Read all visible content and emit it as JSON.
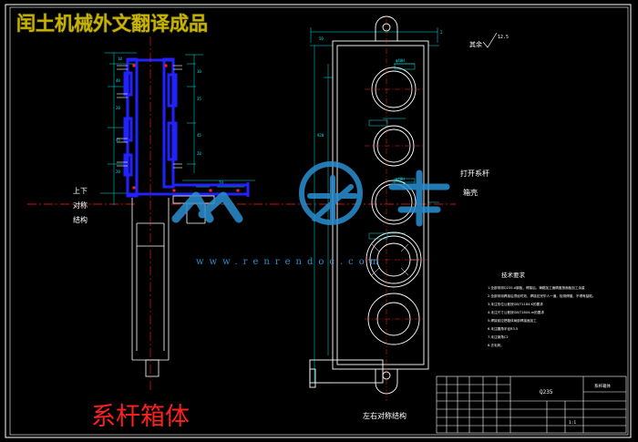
{
  "header": {
    "title": "闰土机械外文翻译成品"
  },
  "drawing": {
    "name": "系杆箱体",
    "left_labels": [
      "上下",
      "对称",
      "结构"
    ],
    "right_labels": [
      "打开系杆",
      "箱壳"
    ],
    "bottom_view_label": "左右对称结构",
    "roughness_label": "其余"
  },
  "watermark": {
    "url": "www.renrendoc.com"
  },
  "tech_req": {
    "heading": "技术要求",
    "items": [
      "1.全部采用Q235-A钢板，焊接后，铸箱加工面精度按面板加工余量",
      "2.全部采用焊接后须经时效，焊接应完毕人一道，检测焊缝，不得有缺陷。",
      "3.未注形位公差按GB/T1184-K的要求",
      "4.未注尺寸公差按GB/T1804-m的要求",
      "5.焊接前应把箱体局部焊接面加工",
      "6.未注圆角半径R3.5",
      "7.未注倒角C2",
      "8.去毛刺。"
    ]
  },
  "title_block": {
    "material": "Q235",
    "part_name": "系杆箱体",
    "scale": "1:1"
  },
  "colors": {
    "outline": "#ffffff",
    "blue_part": "#2222ff",
    "centerline": "#ff2222",
    "dimension": "#00e5e5",
    "weld": "#ff2222",
    "title_red": "#ff2020",
    "watermark": "#2a8fd0",
    "header_text": "#c8b400"
  }
}
